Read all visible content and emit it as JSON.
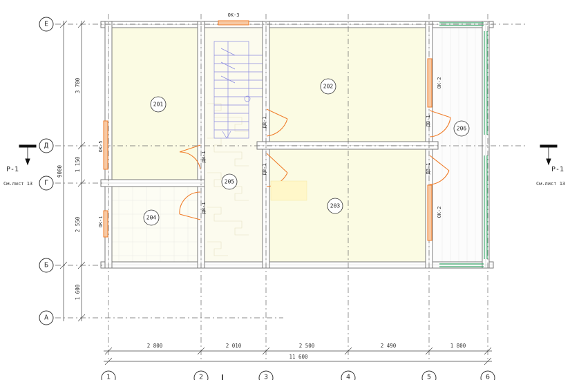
{
  "axes": {
    "rows": [
      {
        "id": "row-e",
        "label": "Е"
      },
      {
        "id": "row-d",
        "label": "Д"
      },
      {
        "id": "row-g",
        "label": "Г"
      },
      {
        "id": "row-b",
        "label": "Б"
      },
      {
        "id": "row-a",
        "label": "А"
      }
    ],
    "cols": [
      {
        "id": "col-1",
        "label": "1"
      },
      {
        "id": "col-2",
        "label": "2"
      },
      {
        "id": "col-3",
        "label": "3"
      },
      {
        "id": "col-4",
        "label": "4"
      },
      {
        "id": "col-5",
        "label": "5"
      },
      {
        "id": "col-6",
        "label": "6"
      }
    ]
  },
  "dimensions": {
    "vertical": [
      "3 700",
      "1 150",
      "2 550",
      "1 600"
    ],
    "vertical_total": "9000",
    "horizontal": [
      "2 800",
      "2 010",
      "2 500",
      "2 490",
      "1 800"
    ],
    "horizontal_total": "11 600"
  },
  "rooms": [
    "201",
    "202",
    "203",
    "204",
    "205",
    "206"
  ],
  "windows": {
    "ok1": "ОК-1",
    "ok2_top": "ОК-2",
    "ok2_bottom": "ОК-2",
    "ok3": "ОК-3",
    "ok5": "ОК-5"
  },
  "doors": {
    "dv_label": "ДВ-1"
  },
  "section": {
    "label": "Р-1",
    "sheet_ref": "См.лист 13"
  },
  "colors": {
    "room_fill": "#fbfbe3",
    "wall": "#7a7a7a",
    "window": "#f07d2a",
    "door": "#f07d2a",
    "glazing": "#3aa86b",
    "stair": "#8a8ae0"
  }
}
